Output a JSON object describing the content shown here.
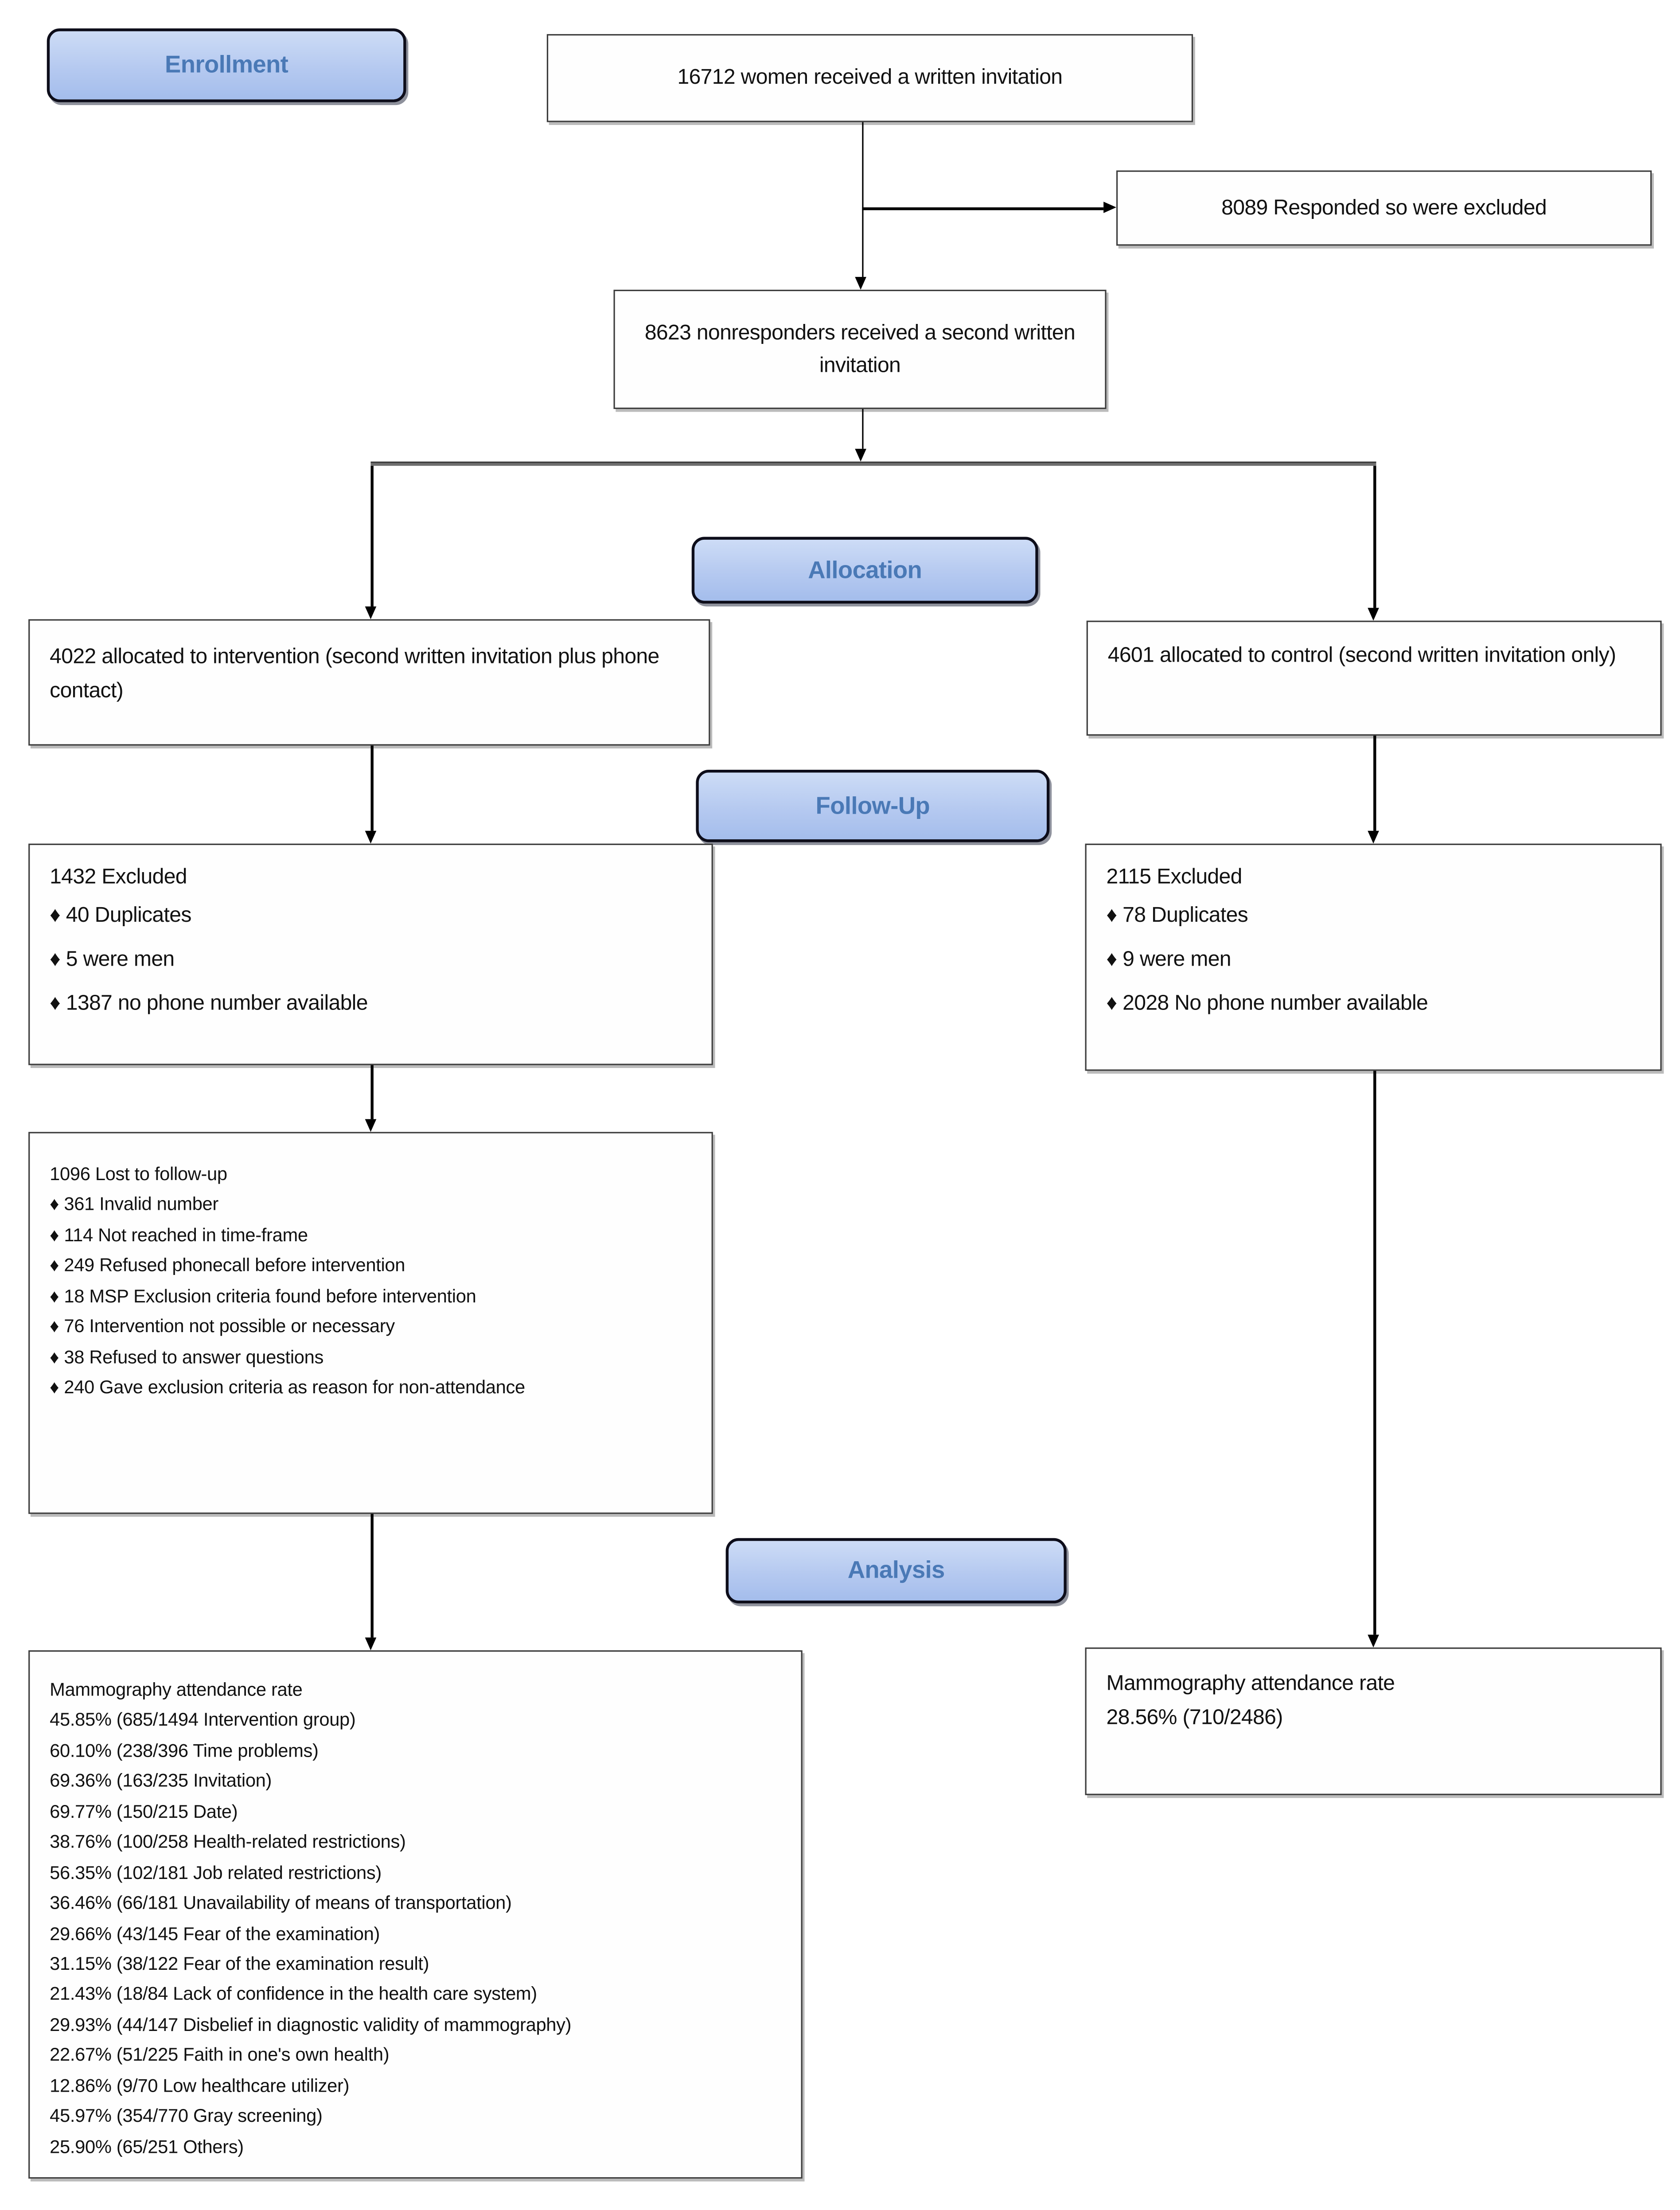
{
  "stages": {
    "enrollment": "Enrollment",
    "allocation": "Allocation",
    "followup": "Follow-Up",
    "analysis": "Analysis"
  },
  "bullet": "♦",
  "boxes": {
    "invitation": "16712 women received a written invitation",
    "responded_excluded": "8089 Responded so were excluded",
    "second_invitation": "8623 nonresponders received a second written invitation",
    "intervention_allocated": "4022 allocated to intervention (second written invitation plus phone contact)",
    "control_allocated": "4601 allocated to control (second written invitation only)",
    "intervention_excluded": {
      "title": "1432 Excluded",
      "items": [
        "40 Duplicates",
        "5 were men",
        "1387 no phone number available"
      ]
    },
    "control_excluded": {
      "title": "2115 Excluded",
      "items": [
        "78 Duplicates",
        "9 were men",
        "2028 No phone number available"
      ]
    },
    "lost_to_followup": {
      "title": "1096 Lost to follow-up",
      "items": [
        "361 Invalid number",
        "114 Not reached in time-frame",
        "249 Refused phonecall before intervention",
        "18 MSP Exclusion criteria found before intervention",
        "76 Intervention not possible or necessary",
        "38 Refused to answer questions",
        "240 Gave exclusion criteria as reason for non-attendance"
      ]
    },
    "intervention_analysis": {
      "title": "Mammography attendance rate",
      "items": [
        "45.85% (685/1494 Intervention group)",
        "60.10% (238/396 Time problems)",
        "69.36% (163/235 Invitation)",
        "69.77% (150/215 Date)",
        "38.76% (100/258 Health-related restrictions)",
        "56.35% (102/181 Job related restrictions)",
        "36.46% (66/181 Unavailability of means of transportation)",
        "29.66% (43/145 Fear of the examination)",
        "31.15% (38/122 Fear of the examination result)",
        "21.43% (18/84 Lack of confidence in the health care system)",
        "29.93% (44/147 Disbelief in diagnostic validity of mammography)",
        "22.67% (51/225 Faith in one's own health)",
        "12.86% (9/70 Low healthcare utilizer)",
        "45.97% (354/770 Gray screening)",
        "25.90% (65/251 Others)"
      ]
    },
    "control_analysis": {
      "title": "Mammography attendance rate",
      "rate": "28.56% (710/2486)"
    }
  },
  "colors": {
    "stage_fill": "#b5c9f0",
    "stage_border": "#0d0d1a",
    "stage_text": "#4a79b6",
    "node_border": "#3d3d3d",
    "arrow_line": "#000000",
    "connector_bar": "#6f6f6f"
  }
}
